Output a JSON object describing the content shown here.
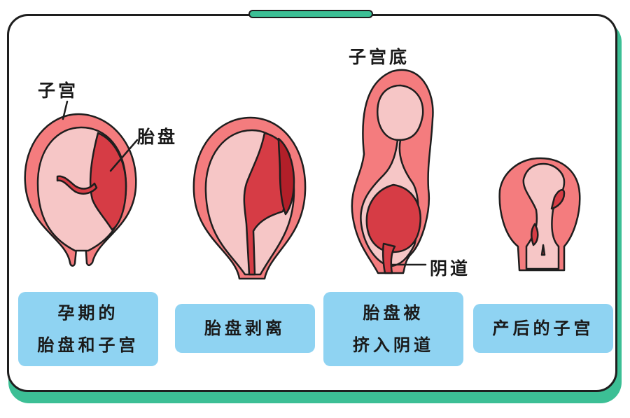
{
  "labels": {
    "uterus": "子宫",
    "placenta": "胎盘",
    "fundus": "子宫底",
    "vagina": "阴道"
  },
  "captions": [
    {
      "line1": "孕期的",
      "line2": "胎盘和子宫"
    },
    {
      "line1": "胎盘剥离"
    },
    {
      "line1": "胎盘被",
      "line2": "挤入阴道"
    },
    {
      "line1": "产后的子宫"
    }
  ],
  "colors": {
    "frame_accent": "#3cbf95",
    "uterus_wall": "#f47c7e",
    "uterus_inner": "#f6c6c6",
    "placenta": "#d63c45",
    "placenta_dark": "#b21f29",
    "caption_bg": "#8fd3f2"
  }
}
